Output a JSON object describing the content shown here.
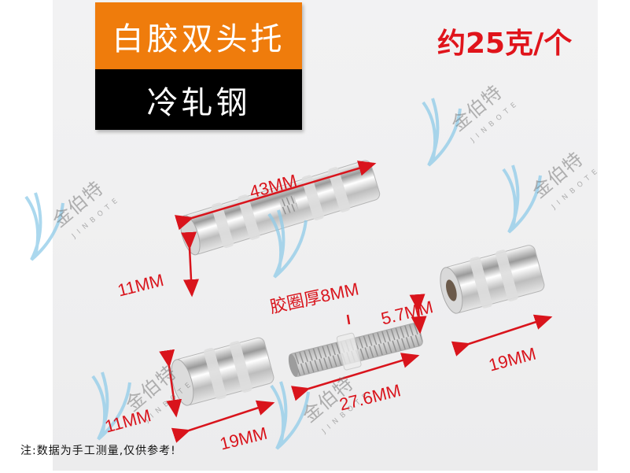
{
  "header": {
    "title_orange": "白胶双头托",
    "title_black": "冷轧钢",
    "weight": "约25克/个"
  },
  "colors": {
    "orange": "#ef7c0c",
    "black": "#000000",
    "red": "#e0141b",
    "background": "#efeff0",
    "watermark_blue": "#8fcbe8"
  },
  "dimensions": {
    "assembled_length": "43MM",
    "assembled_diameter": "11MM",
    "gasket_thickness": "胶圈厚8MM",
    "screw_diameter": "5.7MM",
    "screw_length": "27.6MM",
    "right_piece_length": "19MM",
    "left_piece_length": "19MM",
    "left_piece_diameter": "11MM"
  },
  "watermark": {
    "text_cn": "金伯特",
    "text_en": "JINBOTE"
  },
  "footer": {
    "note": "注:数据为手工测量,仅供参考!"
  }
}
